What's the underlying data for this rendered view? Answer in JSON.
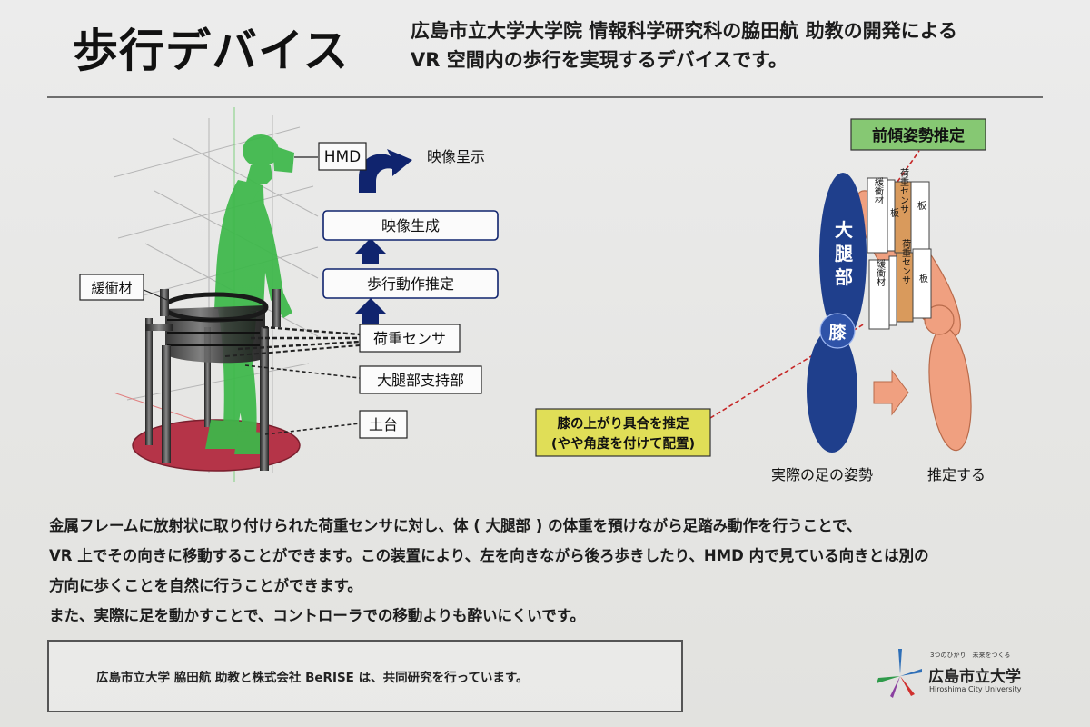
{
  "header": {
    "title": "歩行デバイス",
    "description_line1": "広島市立大学大学院 情報科学研究科の脇田航 助教の開発による",
    "description_line2": "VR 空間内の歩行を実現するデバイスです。"
  },
  "left_diagram": {
    "hmd_label": "HMD",
    "image_presentation_label": "映像呈示",
    "image_generation_label": "映像生成",
    "walking_estimation_label": "歩行動作推定",
    "cushion_label": "緩衝材",
    "load_sensor_label": "荷重センサ",
    "thigh_support_label": "大腿部支持部",
    "base_label": "土台"
  },
  "right_diagram": {
    "forward_lean_label": "前傾姿勢推定",
    "thigh_label": "大腿部",
    "knee_label": "膝",
    "cushion_upper": "緩衝材",
    "cushion_lower": "緩衝材",
    "sensor_upper": "荷重センサ",
    "sensor_lower": "荷重センサ",
    "plate_a": "板",
    "plate_b": "板",
    "plate_c": "板",
    "knee_estimation_line1": "膝の上がり具合を推定",
    "knee_estimation_line2": "(やや角度を付けて配置)",
    "actual_posture_label": "実際の足の姿勢",
    "estimate_label": "推定する"
  },
  "body": {
    "line1": "金属フレームに放射状に取り付けられた荷重センサに対し、体 ( 大腿部 ) の体重を預けながら足踏み動作を行うことで、",
    "line2": "VR 上でその向きに移動することができます。この装置により、左を向きながら後ろ歩きしたり、HMD 内で見ている向きとは別の",
    "line3": "方向に歩くことを自然に行うことができます。",
    "line4": "また、実際に足を動かすことで、コントローラでの移動よりも酔いにくいです。"
  },
  "credit": {
    "text": "広島市立大学 脇田航 助教と株式会社 BeRISE は、共同研究を行っています。"
  },
  "logo": {
    "tagline": "3つのひかり　未来をつくる",
    "name": "広島市立大学",
    "name_en": "Hiroshima City University"
  },
  "colors": {
    "figure_green": "#3db84a",
    "arrow_navy": "#10246e",
    "label_green_bg": "#86c873",
    "label_yellow_bg": "#e0de57",
    "thigh_blue": "#1f3f8c",
    "salmon": "#f0a080",
    "base_red": "#b53448"
  }
}
